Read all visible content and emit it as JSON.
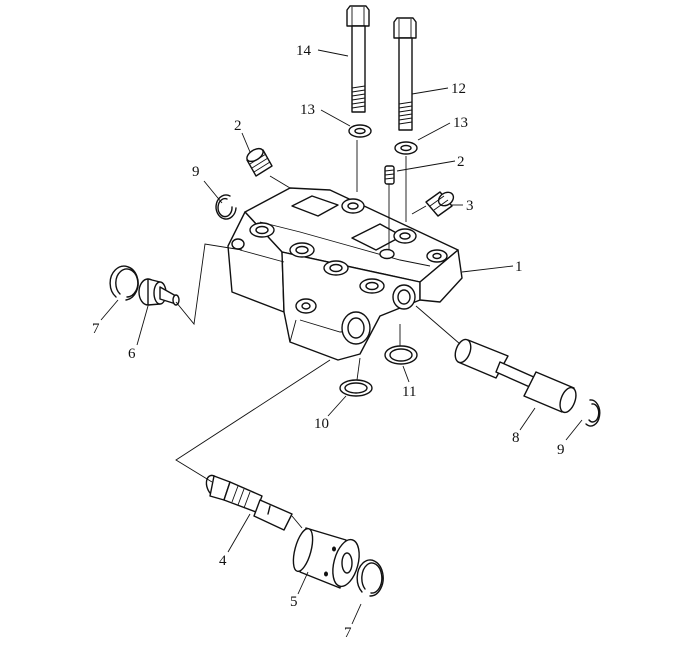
{
  "diagram": {
    "labels": {
      "l1": "1",
      "l2a": "2",
      "l2b": "2",
      "l3": "3",
      "l4": "4",
      "l5": "5",
      "l6": "6",
      "l7a": "7",
      "l7b": "7",
      "l8": "8",
      "l9a": "9",
      "l9b": "9",
      "l10": "10",
      "l11": "11",
      "l12": "12",
      "l13a": "13",
      "l13b": "13",
      "l14": "14"
    }
  }
}
